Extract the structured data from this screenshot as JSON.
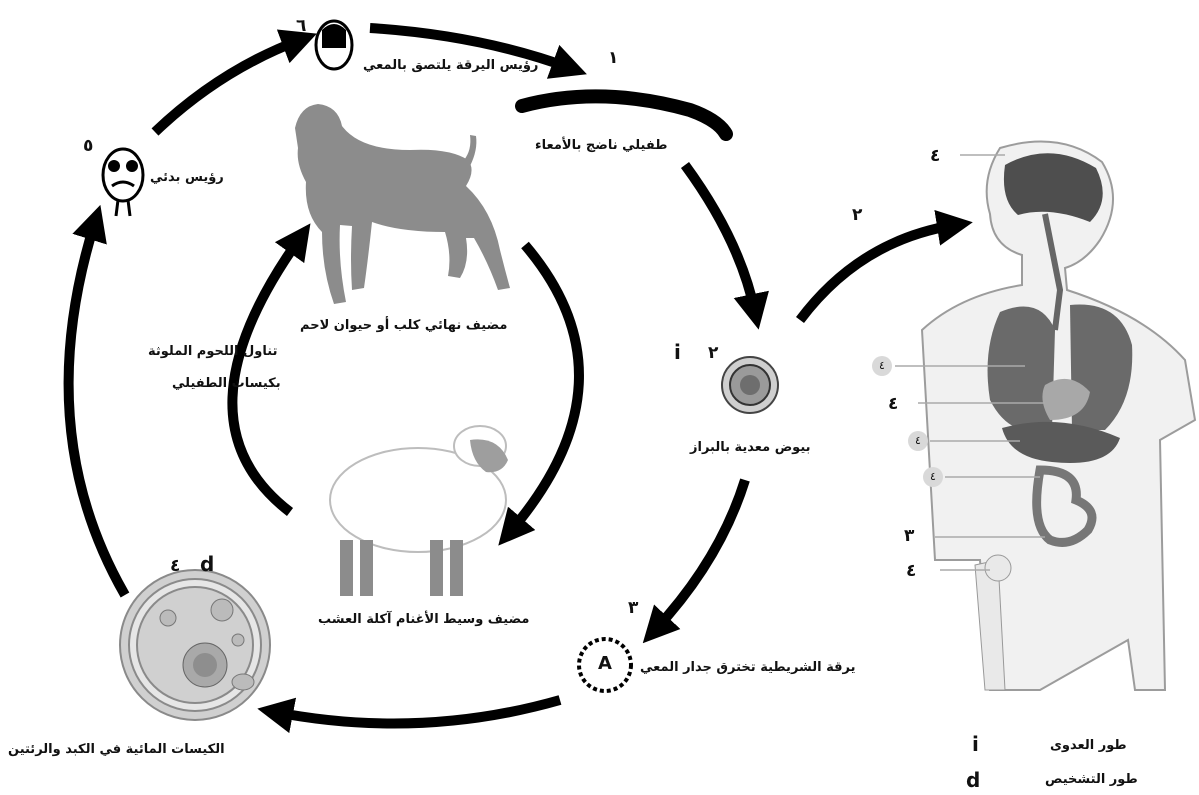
{
  "labels": {
    "step6": "رؤيس اليرقة يلتصق بالمعي",
    "step1": "طفيلي ناضج بالأمعاء",
    "step5": "رؤيس بدئي",
    "dog": "مضيف نهائي كلب أو حيوان لاحم",
    "ingest_line1": "تناول اللحوم الملوثة",
    "ingest_line2": "بكيسات الطفيلي",
    "eggs": "بيوض معدية بالبراز",
    "sheep": "مضيف وسيط الأغنام آكلة العشب",
    "larva": "يرقة الشريطية تخترق جدار المعي",
    "cysts": "الكيسات المائية في الكبد والرئتين"
  },
  "numbers": {
    "n6": "٦",
    "n1": "١",
    "n5": "٥",
    "n2_arrow": "٢",
    "n2_egg": "٢",
    "egg_i": "i",
    "n3_larva": "٣",
    "cyst_4": "٤",
    "cyst_d": "d",
    "body_brain": "٤",
    "body_lung_bubble": "٤",
    "body_heart": "٤",
    "body_liver_bubble1": "٤",
    "body_liver_bubble2": "٤",
    "body_intestine": "٣",
    "body_bone": "٤",
    "larva_letter": "A"
  },
  "legend": [
    {
      "symbol": "i",
      "label": "طور العدوى"
    },
    {
      "symbol": "d",
      "label": "طور التشخيص"
    }
  ]
}
